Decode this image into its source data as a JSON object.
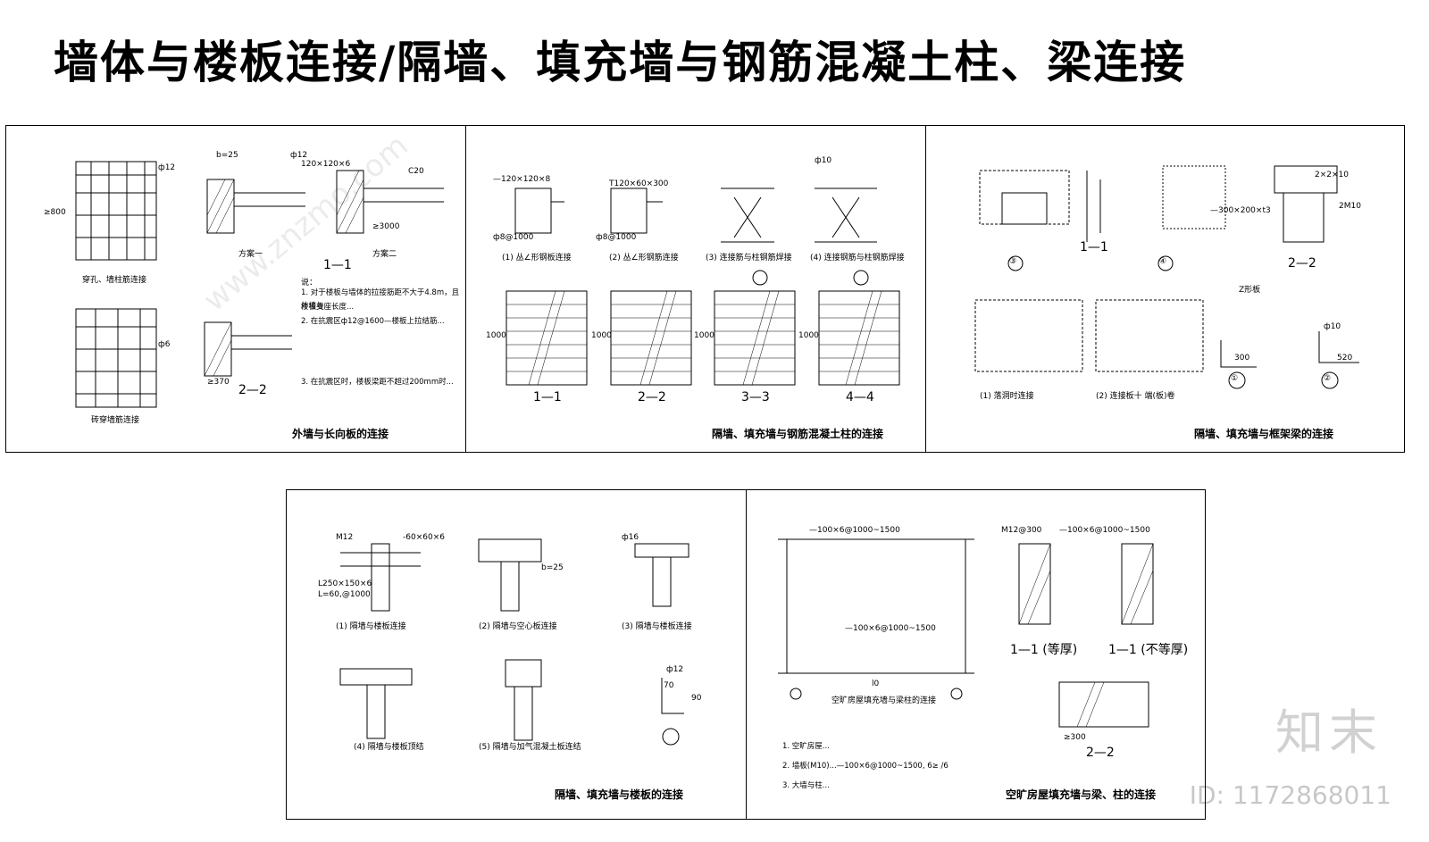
{
  "title": "墙体与楼板连接/隔墙、填充墙与钢筋混凝土柱、梁连接",
  "panel1": {
    "caption": "外墙与长向板的连接",
    "sections": [
      "1—1",
      "2—2"
    ],
    "scheme1": "方案一",
    "scheme2": "方案二",
    "top_left_caption": "穿孔、墙柱筋连接",
    "bottom_left_caption": "砖穿墙筋连接",
    "labels": [
      "ф12",
      "b=25",
      "ф12",
      "C20",
      "≥3000",
      "≥800",
      "ф6",
      "≥370",
      "120×120×6"
    ],
    "notes_title": "说：",
    "notes": [
      "1. 对于楼板与墙体的拉接筋距不大于4.8m，且外墙与",
      "楼板支座长度...",
      "2. 在抗震区ф12@1600—楼板上拉结筋...",
      "3. 在抗震区时，楼板梁距不超过200mm时..."
    ]
  },
  "panel2": {
    "caption": "隔墙、填充墙与钢筋混凝土柱的连接",
    "items": [
      "(1) 丛∠形钢板连接",
      "(2) 丛∠形钢筋连接",
      "(3) 连接筋与柱钢筋焊接",
      "(4) 连接钢筋与柱钢筋焊接"
    ],
    "sections": [
      "1—1",
      "2—2",
      "3—3",
      "4—4"
    ],
    "labels": [
      "—120×120×8",
      "ф8@1000",
      "T120×60×300",
      "ф8@1000",
      "ф10",
      "1000",
      "1000",
      "1000",
      "1000"
    ]
  },
  "panel3": {
    "caption": "隔墙、填充墙与框架梁的连接",
    "items": [
      "(1) 落洞时连接",
      "(2) 连接板十 端(板)卷"
    ],
    "circles": [
      "③",
      "④",
      "①",
      "②"
    ],
    "labels": [
      "1—1",
      "2—2",
      "Z形板",
      "—300×200×t3",
      "2M10",
      "2×2×10",
      "ф10",
      "300",
      "520"
    ]
  },
  "panel4": {
    "caption": "隔墙、填充墙与楼板的连接",
    "items": [
      "(1) 隔墙与楼板连接",
      "(2) 隔墙与空心板连接",
      "(3) 隔墙与楼板连接",
      "(4) 隔墙与楼板顶结",
      "(5) 隔墙与加气混凝土板连结"
    ],
    "labels": [
      "M12",
      "-60×60×6",
      "L250×150×6",
      "L=60,@1000",
      "b=25",
      "ф16",
      "ф12",
      "70",
      "90"
    ]
  },
  "panel5": {
    "caption": "空旷房屋填充墙与梁、柱的连接",
    "sub_caption": "空旷房屋填充墙与梁柱的连接",
    "labels": [
      "—100×6@1000~1500",
      "—100×6@1000~1500",
      "M12@300",
      "—100×6@1000~1500",
      "1—1 (等厚)",
      "1—1 (不等厚)",
      "2—2",
      "l0",
      "≥300"
    ],
    "notes": [
      "1. 空旷房屋...",
      "2. 墙板(M10)...—100×6@1000~1500, 6≥ /6",
      "3. 大墙与柱..."
    ]
  },
  "watermark": {
    "logo": "知末",
    "id": "ID: 1172868011",
    "site": "www.znzmo.com"
  }
}
